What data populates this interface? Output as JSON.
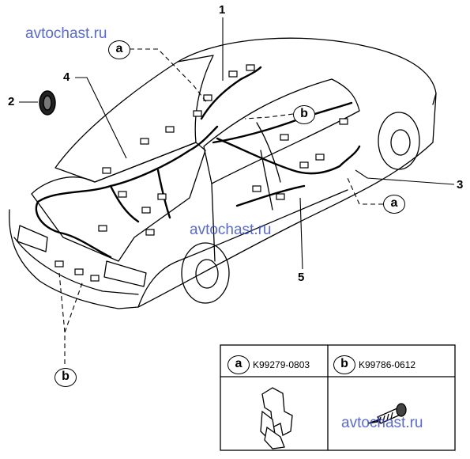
{
  "watermarks": [
    "avtochast.ru",
    "avtochast.ru",
    "avtochast.ru"
  ],
  "part_numbers": [
    "1",
    "2",
    "3",
    "4",
    "5"
  ],
  "callouts": [
    "a",
    "b",
    "a",
    "b"
  ],
  "legend": {
    "a": {
      "letter": "a",
      "part": "K99279-0803"
    },
    "b": {
      "letter": "b",
      "part": "K99786-0612"
    }
  }
}
